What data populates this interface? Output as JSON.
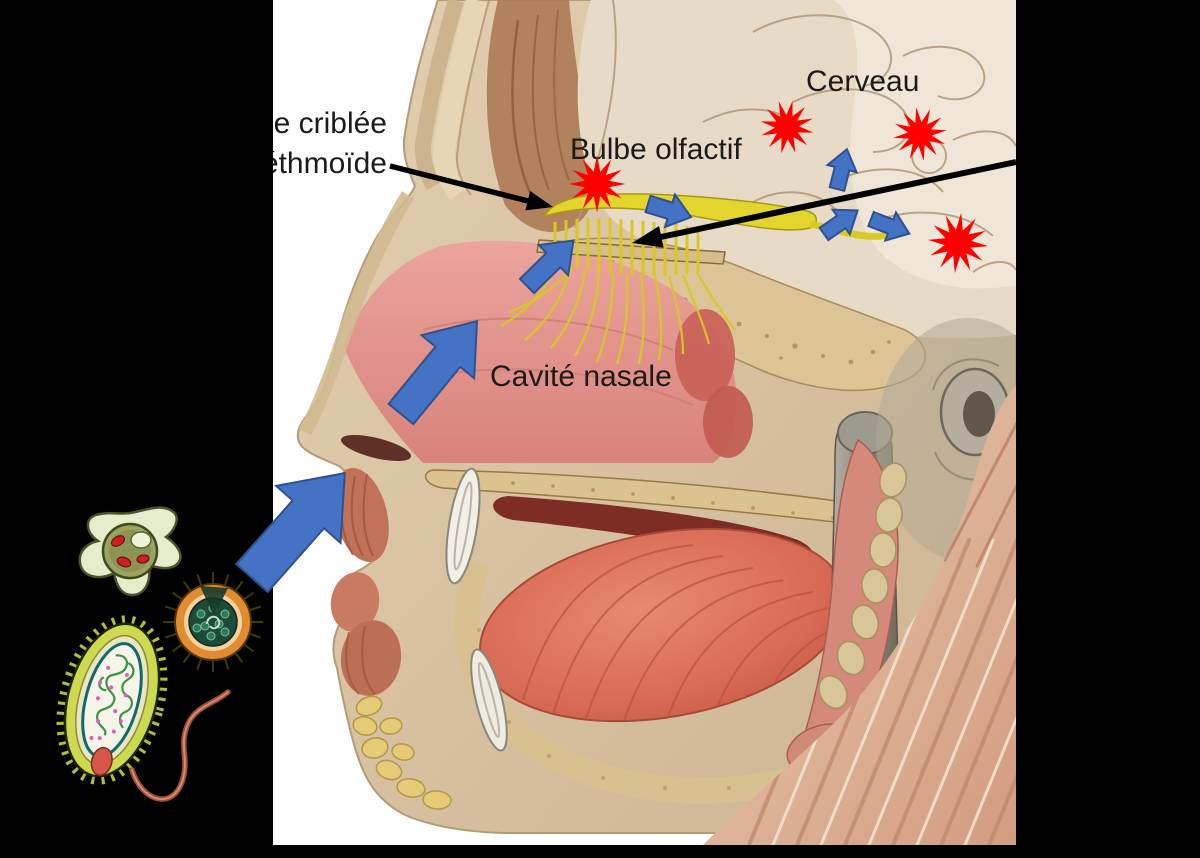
{
  "figure": {
    "labels": {
      "cerveau": "Cerveau",
      "bulbe_olfactif": "Bulbe olfactif",
      "lame_criblee_line1": "e criblée",
      "lame_criblee_line2": "éthmoïde",
      "cavite_nasale": "Cavité nasale"
    },
    "colors": {
      "background": "#000000",
      "canvas": "#FFFFFF",
      "label_text": "#1B1B1B",
      "pathway_arrow_blue": "#4472C4",
      "pathway_arrow_border": "#2F528F",
      "infection_burst_red": "#FF0000",
      "annotation_arrow_black": "#000000",
      "olfactory_nerve_yellow": "#E0D22C",
      "nasal_cavity_pink": "#E59A92"
    },
    "markers": {
      "infection_burst_count": 4,
      "blue_pathway_arrow_count": 7,
      "black_annotation_arrow_count": 2
    },
    "pathogen_icons": [
      "amoeba-icon",
      "virus-icon",
      "bacterium-icon"
    ]
  }
}
